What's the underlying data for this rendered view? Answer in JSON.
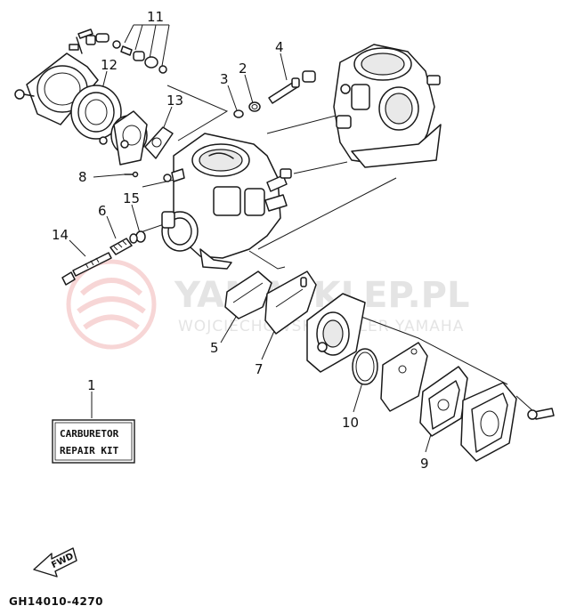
{
  "callouts": [
    {
      "id": "c1",
      "label": "1"
    },
    {
      "id": "c2",
      "label": "2"
    },
    {
      "id": "c3",
      "label": "3"
    },
    {
      "id": "c4",
      "label": "4"
    },
    {
      "id": "c5",
      "label": "5"
    },
    {
      "id": "c6",
      "label": "6"
    },
    {
      "id": "c7",
      "label": "7"
    },
    {
      "id": "c8",
      "label": "8"
    },
    {
      "id": "c9",
      "label": "9"
    },
    {
      "id": "c10",
      "label": "10"
    },
    {
      "id": "c11",
      "label": "11"
    },
    {
      "id": "c12",
      "label": "12"
    },
    {
      "id": "c13",
      "label": "13"
    },
    {
      "id": "c14",
      "label": "14"
    },
    {
      "id": "c15",
      "label": "15"
    }
  ],
  "kit_label": {
    "line1": "CARBURETOR",
    "line2": "REPAIR KIT"
  },
  "fwd_label": "FWD",
  "diagram_code": "GH14010-4270",
  "watermark": {
    "main": "YAMASKLEP.PL",
    "sub": "WOJCIECHOWSKI DEALER YAMAHA"
  },
  "colors": {
    "watermark_logo": "#f2b5b5",
    "lines": "#1a1a1a"
  }
}
